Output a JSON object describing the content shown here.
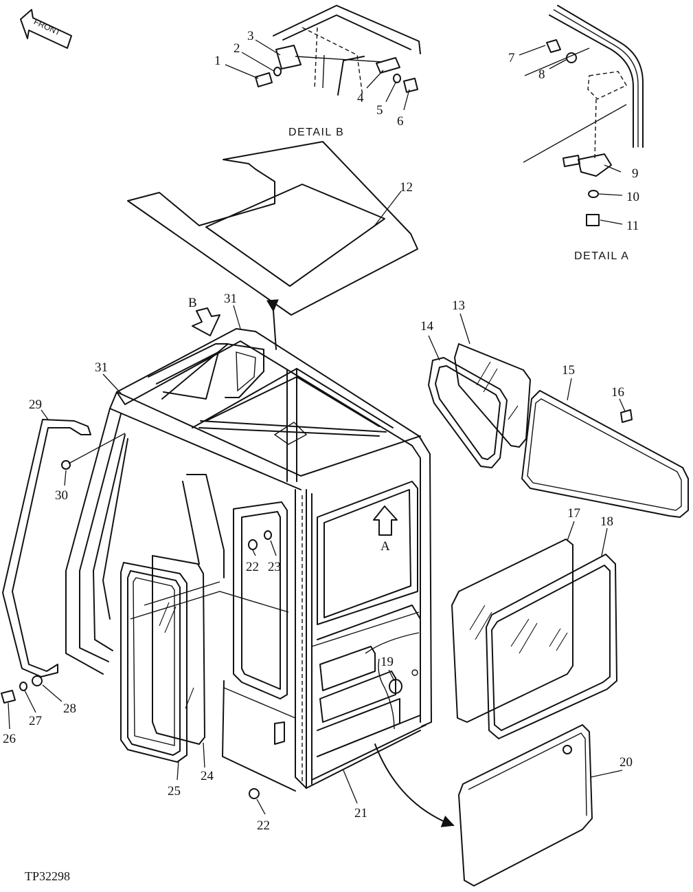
{
  "front_label": "FRONT",
  "detail_b_caption": "DETAIL B",
  "detail_a_caption": "DETAIL A",
  "view_b_letter": "B",
  "view_a_letter": "A",
  "figure_ref": "TP32298",
  "callouts": {
    "c1": "1",
    "c2": "2",
    "c3": "3",
    "c4": "4",
    "c5": "5",
    "c6": "6",
    "c7": "7",
    "c8": "8",
    "c9": "9",
    "c10": "10",
    "c11": "11",
    "c12": "12",
    "c13": "13",
    "c14": "14",
    "c15": "15",
    "c16": "16",
    "c17": "17",
    "c18": "18",
    "c19": "19",
    "c20": "20",
    "c21": "21",
    "c22a": "22",
    "c22b": "22",
    "c23": "23",
    "c24": "24",
    "c25": "25",
    "c26": "26",
    "c27": "27",
    "c28": "28",
    "c29": "29",
    "c30": "30",
    "c31a": "31",
    "c31b": "31"
  }
}
